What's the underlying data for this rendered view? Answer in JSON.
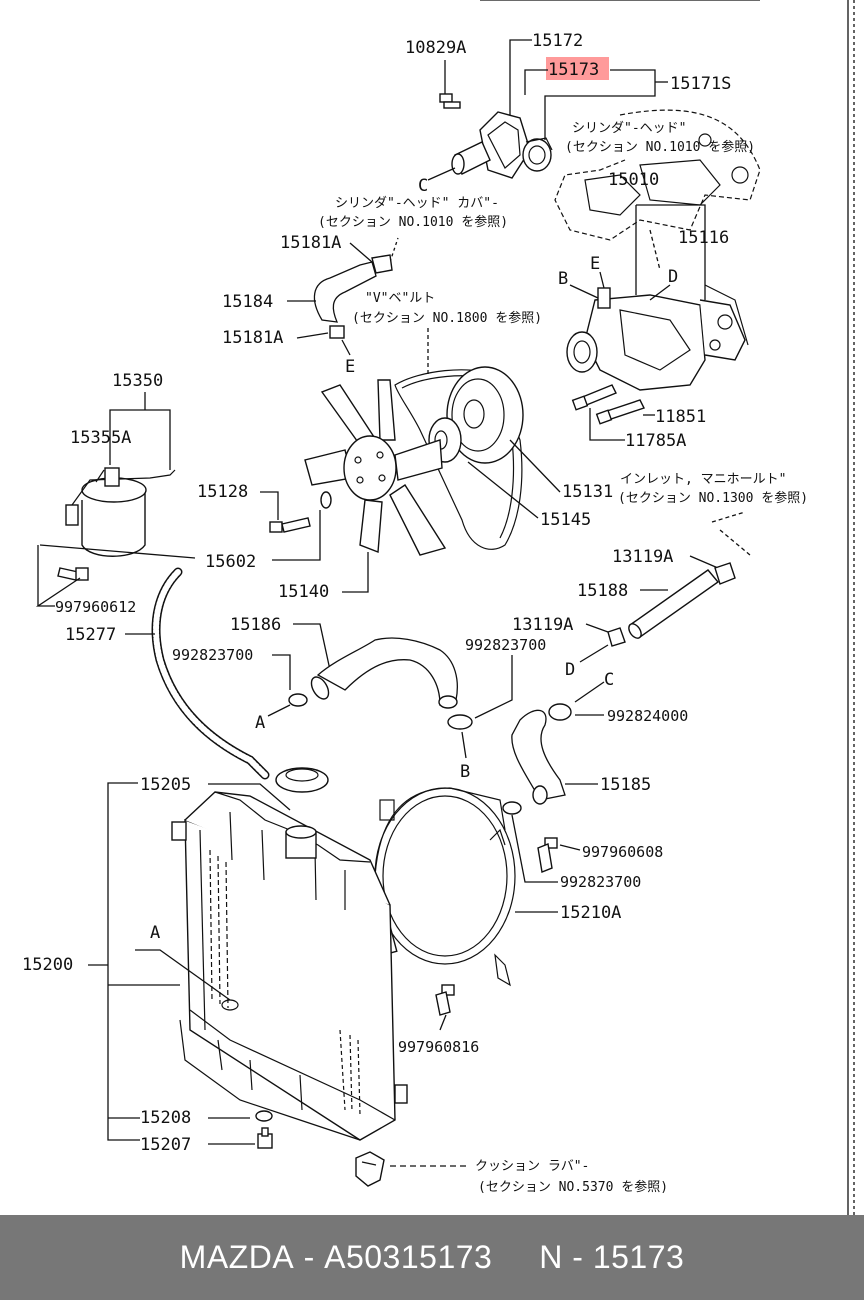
{
  "footer": {
    "brand": "MAZDA",
    "sep1": " - ",
    "part_number": "A50315173",
    "gap": "     ",
    "code_prefix": "N",
    "sep2": " - ",
    "code": "15173"
  },
  "labels": {
    "p10829A": "10829A",
    "p15172": "15172",
    "p15173": "15173",
    "p15171S": "15171S",
    "jp_head_a": "シリンダ\"-ヘッド\"",
    "jp_head_a_sec": "(セクション  NO.1010 を参照)",
    "p15010": "15010",
    "p15116": "15116",
    "jp_cover": "シリンダ\"-ヘッド\"  カバ\"-",
    "jp_cover_sec": "(セクション  NO.1010 を参照)",
    "p15181A_1": "15181A",
    "p15184": "15184",
    "p15181A_2": "15181A",
    "jp_vbelt": "\"V\"ベ\"ルト",
    "jp_vbelt_sec": "(セクション  NO.1800 を参照)",
    "p11851": "11851",
    "p11785A": "11785A",
    "p15350": "15350",
    "p15355A": "15355A",
    "p15128": "15128",
    "p15131": "15131",
    "jp_inlet": "インレット, マニホールト\"",
    "jp_inlet_sec": "(セクション  NO.1300 を参照)",
    "p15602": "15602",
    "p15145": "15145",
    "p997960612": "997960612",
    "p15140": "15140",
    "p13119A_1": "13119A",
    "p15188": "15188",
    "p15277": "15277",
    "p15186": "15186",
    "p13119A_2": "13119A",
    "p992823700_1": "992823700",
    "p992823700_2": "992823700",
    "p992824000": "992824000",
    "p15185": "15185",
    "p15205": "15205",
    "p997960608": "997960608",
    "p992823700_3": "992823700",
    "p15210A": "15210A",
    "p15200": "15200",
    "p997960816": "997960816",
    "p15208": "15208",
    "p15207": "15207",
    "jp_cushion": "クッション ラバ\"-",
    "jp_cushion_sec": "(セクション  NO.5370 を参照)"
  },
  "letters": {
    "A": "A",
    "B": "B",
    "C": "C",
    "D": "D",
    "E": "E"
  },
  "colors": {
    "highlight": "#ff9a9a",
    "footer_bg": "#777777",
    "footer_text": "#ffffff"
  }
}
